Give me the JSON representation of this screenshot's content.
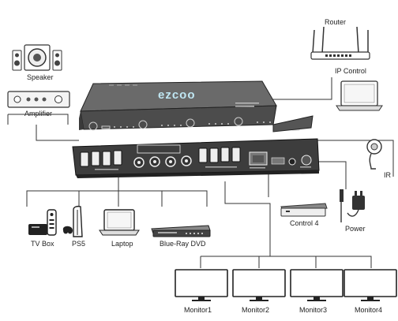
{
  "brand": "ezcoo",
  "devices": {
    "speaker": "Speaker",
    "amplifier": "Amplifier",
    "router": "Router",
    "ip_control": "IP Control",
    "ir": "IR",
    "control4": "Control 4",
    "power": "Power",
    "tv_box": "TV Box",
    "ps5": "PS5",
    "laptop": "Laptop",
    "bluray": "Blue-Ray DVD"
  },
  "monitors": [
    "Monitor1",
    "Monitor2",
    "Monitor3",
    "Monitor4"
  ]
}
